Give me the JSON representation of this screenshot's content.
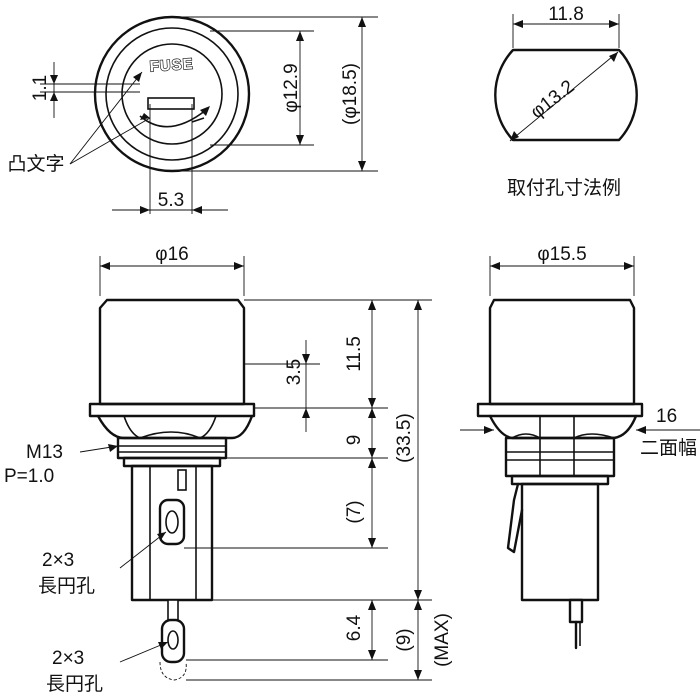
{
  "top_view": {
    "emboss_text": "FUSE",
    "dim_emboss_height": "1.1",
    "dim_inner_diameter": "φ12.9",
    "dim_outer_diameter": "(φ18.5)",
    "dim_slot_width": "5.3",
    "label_embossed": "凸文字"
  },
  "mounting_hole": {
    "dim_flat_width": "11.8",
    "dim_hole_diameter": "φ13.2",
    "caption": "取付孔寸法例"
  },
  "front_view": {
    "dim_cap_diameter": "φ16",
    "dim_cap_height": "11.5",
    "dim_knob_height": "3.5",
    "dim_nut_height": "9",
    "dim_body_height": "(7)",
    "dim_total_length": "(33.5)",
    "dim_terminal": "6.4",
    "dim_terminal_max": "(9)",
    "dim_max_label": "(MAX)",
    "thread_label_line1": "M13",
    "thread_label_line2": "P=1.0",
    "hole_label1_line1": "2×3",
    "hole_label1_line2": "長円孔",
    "hole_label2_line1": "2×3",
    "hole_label2_line2": "長円孔"
  },
  "side_view": {
    "dim_cap_diameter": "φ15.5",
    "dim_nut_width": "16",
    "dim_nut_label": "二面幅"
  }
}
